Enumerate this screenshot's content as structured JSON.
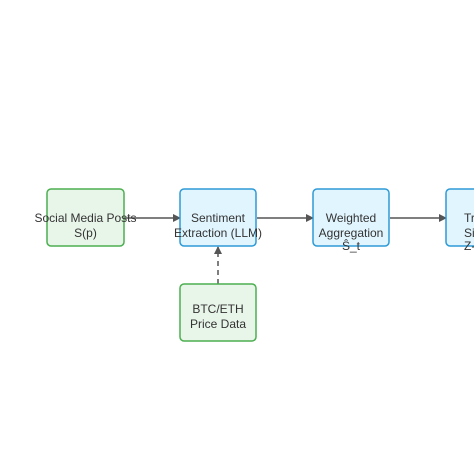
{
  "colors": {
    "green_fill": "#e8f5e9",
    "green_stroke": "#4caf50",
    "blue_fill": "#e1f5fe",
    "blue_stroke": "#2e9ad6",
    "edge": "#555555",
    "text": "#333333"
  },
  "nodes": {
    "social": {
      "line1": "Social Media Posts",
      "line2": "S(p)"
    },
    "sentiment": {
      "line1": "Sentiment",
      "line2": "Extraction (LLM)"
    },
    "aggregation": {
      "line1": "Weighted",
      "line2": "Aggregation",
      "line3": "Ŝ_t"
    },
    "price": {
      "line1": "BTC/ETH",
      "line2": "Price Data"
    },
    "partial": {
      "line1": "Tr",
      "line2": "Si",
      "line3": "Z-"
    }
  },
  "edges": [
    {
      "from": "social",
      "to": "sentiment",
      "style": "solid"
    },
    {
      "from": "sentiment",
      "to": "aggregation",
      "style": "solid"
    },
    {
      "from": "aggregation",
      "to": "partial",
      "style": "solid"
    },
    {
      "from": "price",
      "to": "sentiment",
      "style": "dashed"
    }
  ]
}
